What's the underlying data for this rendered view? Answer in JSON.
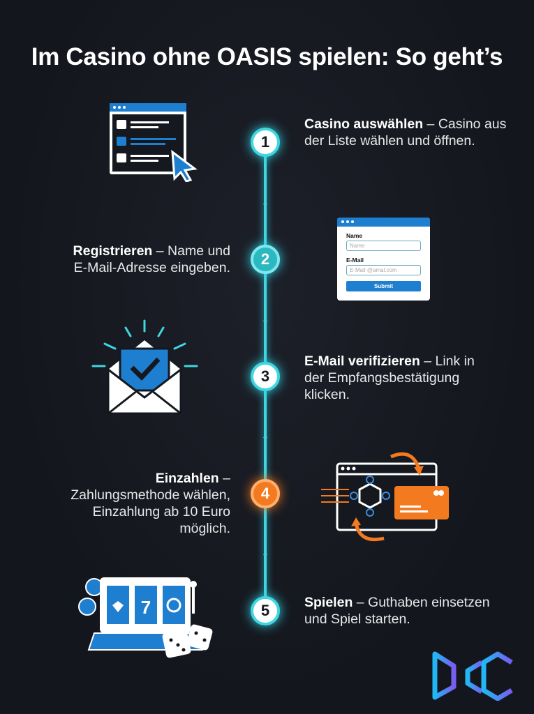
{
  "title": "Im Casino ohne OASIS spielen: So geht’s",
  "steps": [
    {
      "number": "1",
      "title": "Casino auswählen",
      "text": " – Casino aus der Liste wählen und öffnen."
    },
    {
      "number": "2",
      "title": "Registrieren",
      "text": " – Name und E-Mail-Adresse eingeben."
    },
    {
      "number": "3",
      "title": "E-Mail verifizieren",
      "text": " – Link in der Empfangsbestätigung klicken."
    },
    {
      "number": "4",
      "title": "Einzahlen",
      "text": " – Zahlungsmethode wählen, Einzahlung ab 10 Euro möglich."
    },
    {
      "number": "5",
      "title": "Spielen",
      "text": " – Guthaben einsetzen und Spiel starten."
    }
  ],
  "form": {
    "name_label": "Name",
    "name_placeholder": "Name",
    "email_label": "E-Mail",
    "email_placeholder": "E-Mail @amal.com",
    "submit": "Submit"
  },
  "slot": {
    "reel": "7"
  },
  "logo": "DCC",
  "colors": {
    "accent": "#3fd6e0",
    "orange": "#f47a1f",
    "blue": "#1e7fd0"
  }
}
